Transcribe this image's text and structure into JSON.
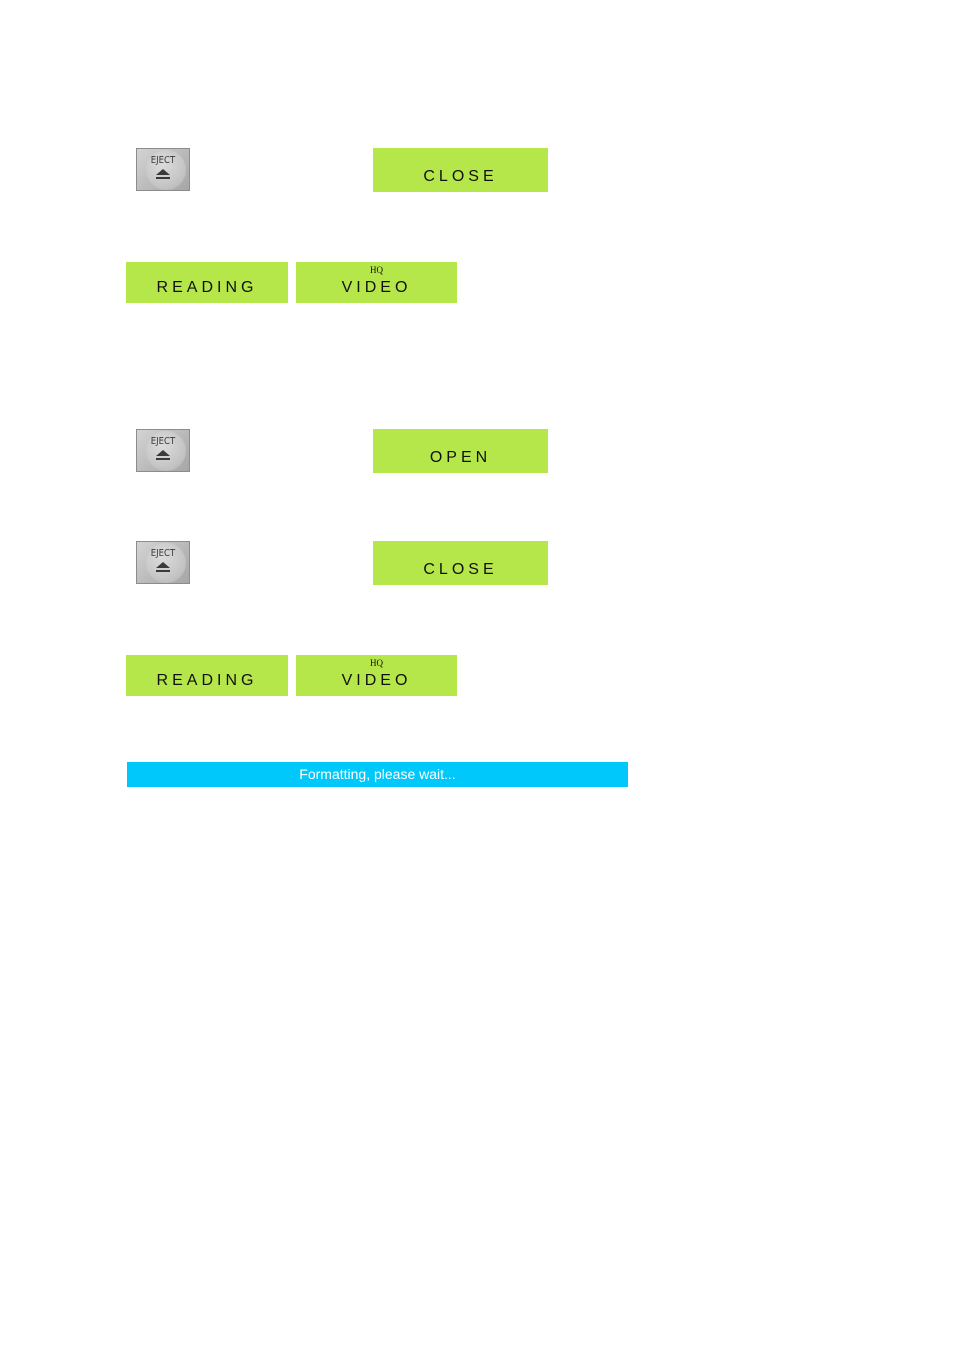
{
  "sequence_1": {
    "eject_label": "EJECT",
    "display": "CLOSE"
  },
  "status_1": {
    "reading": "READING",
    "video_sup": "HQ",
    "video": "VIDEO"
  },
  "sequence_2": {
    "eject_label": "EJECT",
    "display": "OPEN"
  },
  "sequence_3": {
    "eject_label": "EJECT",
    "display": "CLOSE"
  },
  "status_2": {
    "reading": "READING",
    "video_sup": "HQ",
    "video": "VIDEO"
  },
  "format_bar": {
    "text": "Formatting, please wait..."
  },
  "colors": {
    "lcd": "#b5e64a",
    "status_bar": "#00c8fa",
    "eject_button": "#b9b9b9"
  },
  "icons": {
    "eject": "eject-icon"
  }
}
